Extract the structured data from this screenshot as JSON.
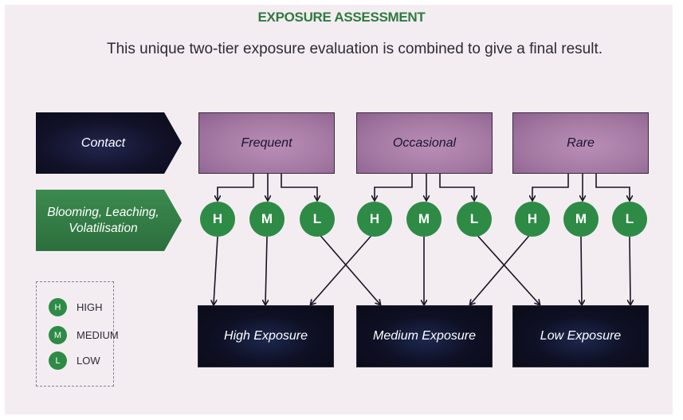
{
  "header": {
    "title": "EXPOSURE ASSESSMENT",
    "subtitle": "This unique two-tier exposure evaluation is combined to give a final result."
  },
  "rows": {
    "contact_label": "Contact",
    "factor_label_line1": "Blooming, Leaching,",
    "factor_label_line2": "Volatilisation"
  },
  "frequency_levels": [
    {
      "label": "Frequent",
      "circles": [
        "H",
        "M",
        "L"
      ]
    },
    {
      "label": "Occasional",
      "circles": [
        "H",
        "M",
        "L"
      ]
    },
    {
      "label": "Rare",
      "circles": [
        "H",
        "M",
        "L"
      ]
    }
  ],
  "results": [
    {
      "label": "High Exposure"
    },
    {
      "label": "Medium Exposure"
    },
    {
      "label": "Low Exposure"
    }
  ],
  "mapping": [
    {
      "from": "Frequent-H",
      "to": "High Exposure"
    },
    {
      "from": "Frequent-M",
      "to": "High Exposure"
    },
    {
      "from": "Frequent-L",
      "to": "Medium Exposure"
    },
    {
      "from": "Occasional-H",
      "to": "High Exposure"
    },
    {
      "from": "Occasional-M",
      "to": "Medium Exposure"
    },
    {
      "from": "Occasional-L",
      "to": "Low Exposure"
    },
    {
      "from": "Rare-H",
      "to": "Medium Exposure"
    },
    {
      "from": "Rare-M",
      "to": "Low Exposure"
    },
    {
      "from": "Rare-L",
      "to": "Low Exposure"
    }
  ],
  "legend": [
    {
      "symbol": "H",
      "label": "HIGH"
    },
    {
      "symbol": "M",
      "label": "MEDIUM"
    },
    {
      "symbol": "L",
      "label": "LOW"
    }
  ],
  "colors": {
    "title_green": "#2f7a3e",
    "circle_green": "#2e8b45",
    "frequency_purple": "#a47aa3",
    "dark_navy": "#0e1024"
  }
}
